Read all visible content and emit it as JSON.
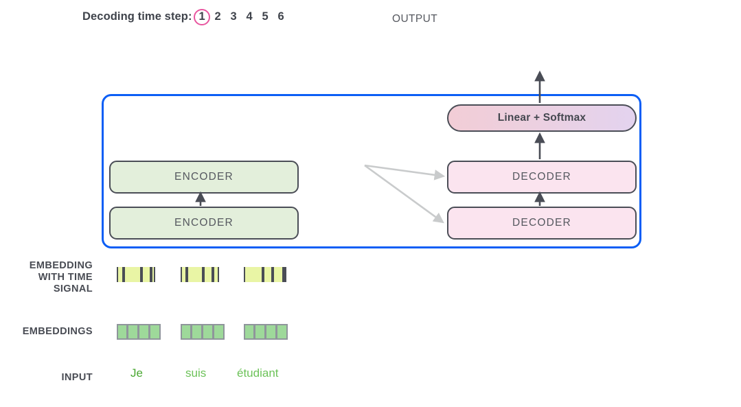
{
  "header": {
    "decoding_label": "Decoding time step:",
    "steps": [
      "1",
      "2",
      "3",
      "4",
      "5",
      "6"
    ],
    "active_step_index": 0,
    "active_step_ring_color": "#e8559f",
    "output_label": "OUTPUT"
  },
  "transformer": {
    "container_border_color": "#0b5ef5",
    "linear_softmax": "Linear + Softmax",
    "encoder_stack": [
      {
        "label": "ENCODER"
      },
      {
        "label": "ENCODER"
      }
    ],
    "decoder_stack": [
      {
        "label": "DECODER"
      },
      {
        "label": "DECODER"
      }
    ],
    "encoder_color": "#e3efdb",
    "decoder_color": "#fbe4ef",
    "box_border_color": "#4a4d56",
    "cross_arrow_color": "#c9cbcc",
    "flow_arrow_color": "#4a4d56"
  },
  "rows": {
    "embedding_with_time_signal": "EMBEDDING\nWITH TIME\nSIGNAL",
    "embedding_with_time_signal_lines": [
      "EMBEDDING",
      "WITH TIME",
      "SIGNAL"
    ],
    "embeddings": "EMBEDDINGS",
    "input": "INPUT"
  },
  "vectors": {
    "time_signal_color": "#e9f5a5",
    "time_signal_border_color": "#4a4d56",
    "embedding_color": "#9ed99a",
    "embedding_border_color": "#8f959b",
    "time_signal_blocks": [
      {
        "token": "Je",
        "cell_widths": [
          10,
          26,
          14,
          6
        ]
      },
      {
        "token": "suis",
        "cell_widths": [
          9,
          24,
          14,
          9
        ]
      },
      {
        "token": "étudiant",
        "cell_widths": [
          28,
          14,
          16,
          4
        ]
      }
    ],
    "embedding_blocks": [
      {
        "token": "Je",
        "cell_widths": [
          16,
          16,
          16,
          16
        ]
      },
      {
        "token": "suis",
        "cell_widths": [
          16,
          16,
          16,
          16
        ]
      },
      {
        "token": "étudiant",
        "cell_widths": [
          16,
          16,
          16,
          16
        ]
      }
    ]
  },
  "input_tokens": [
    {
      "text": "Je",
      "color": "#4aa832"
    },
    {
      "text": "suis",
      "color": "#6cc258"
    },
    {
      "text": "étudiant",
      "color": "#6cc258"
    }
  ]
}
